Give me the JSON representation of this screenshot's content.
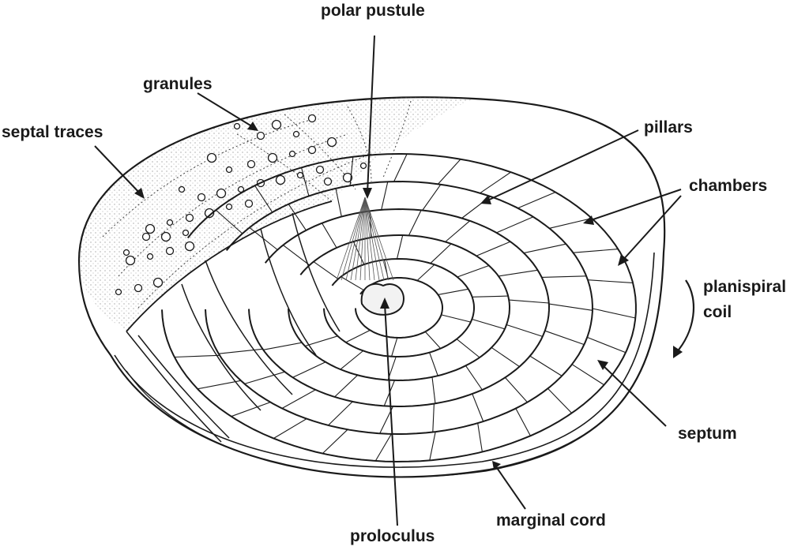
{
  "labels": {
    "polar_pustule": "polar pustule",
    "granules": "granules",
    "septal_traces": "septal traces",
    "pillars": "pillars",
    "chambers": "chambers",
    "planispiral_line1": "planispiral",
    "planispiral_line2": "coil",
    "septum": "septum",
    "marginal_cord": "marginal cord",
    "proloculus": "proloculus"
  },
  "colors": {
    "ink": "#1a1a1a",
    "paper": "#ffffff",
    "shade": "#d9d9d9"
  }
}
